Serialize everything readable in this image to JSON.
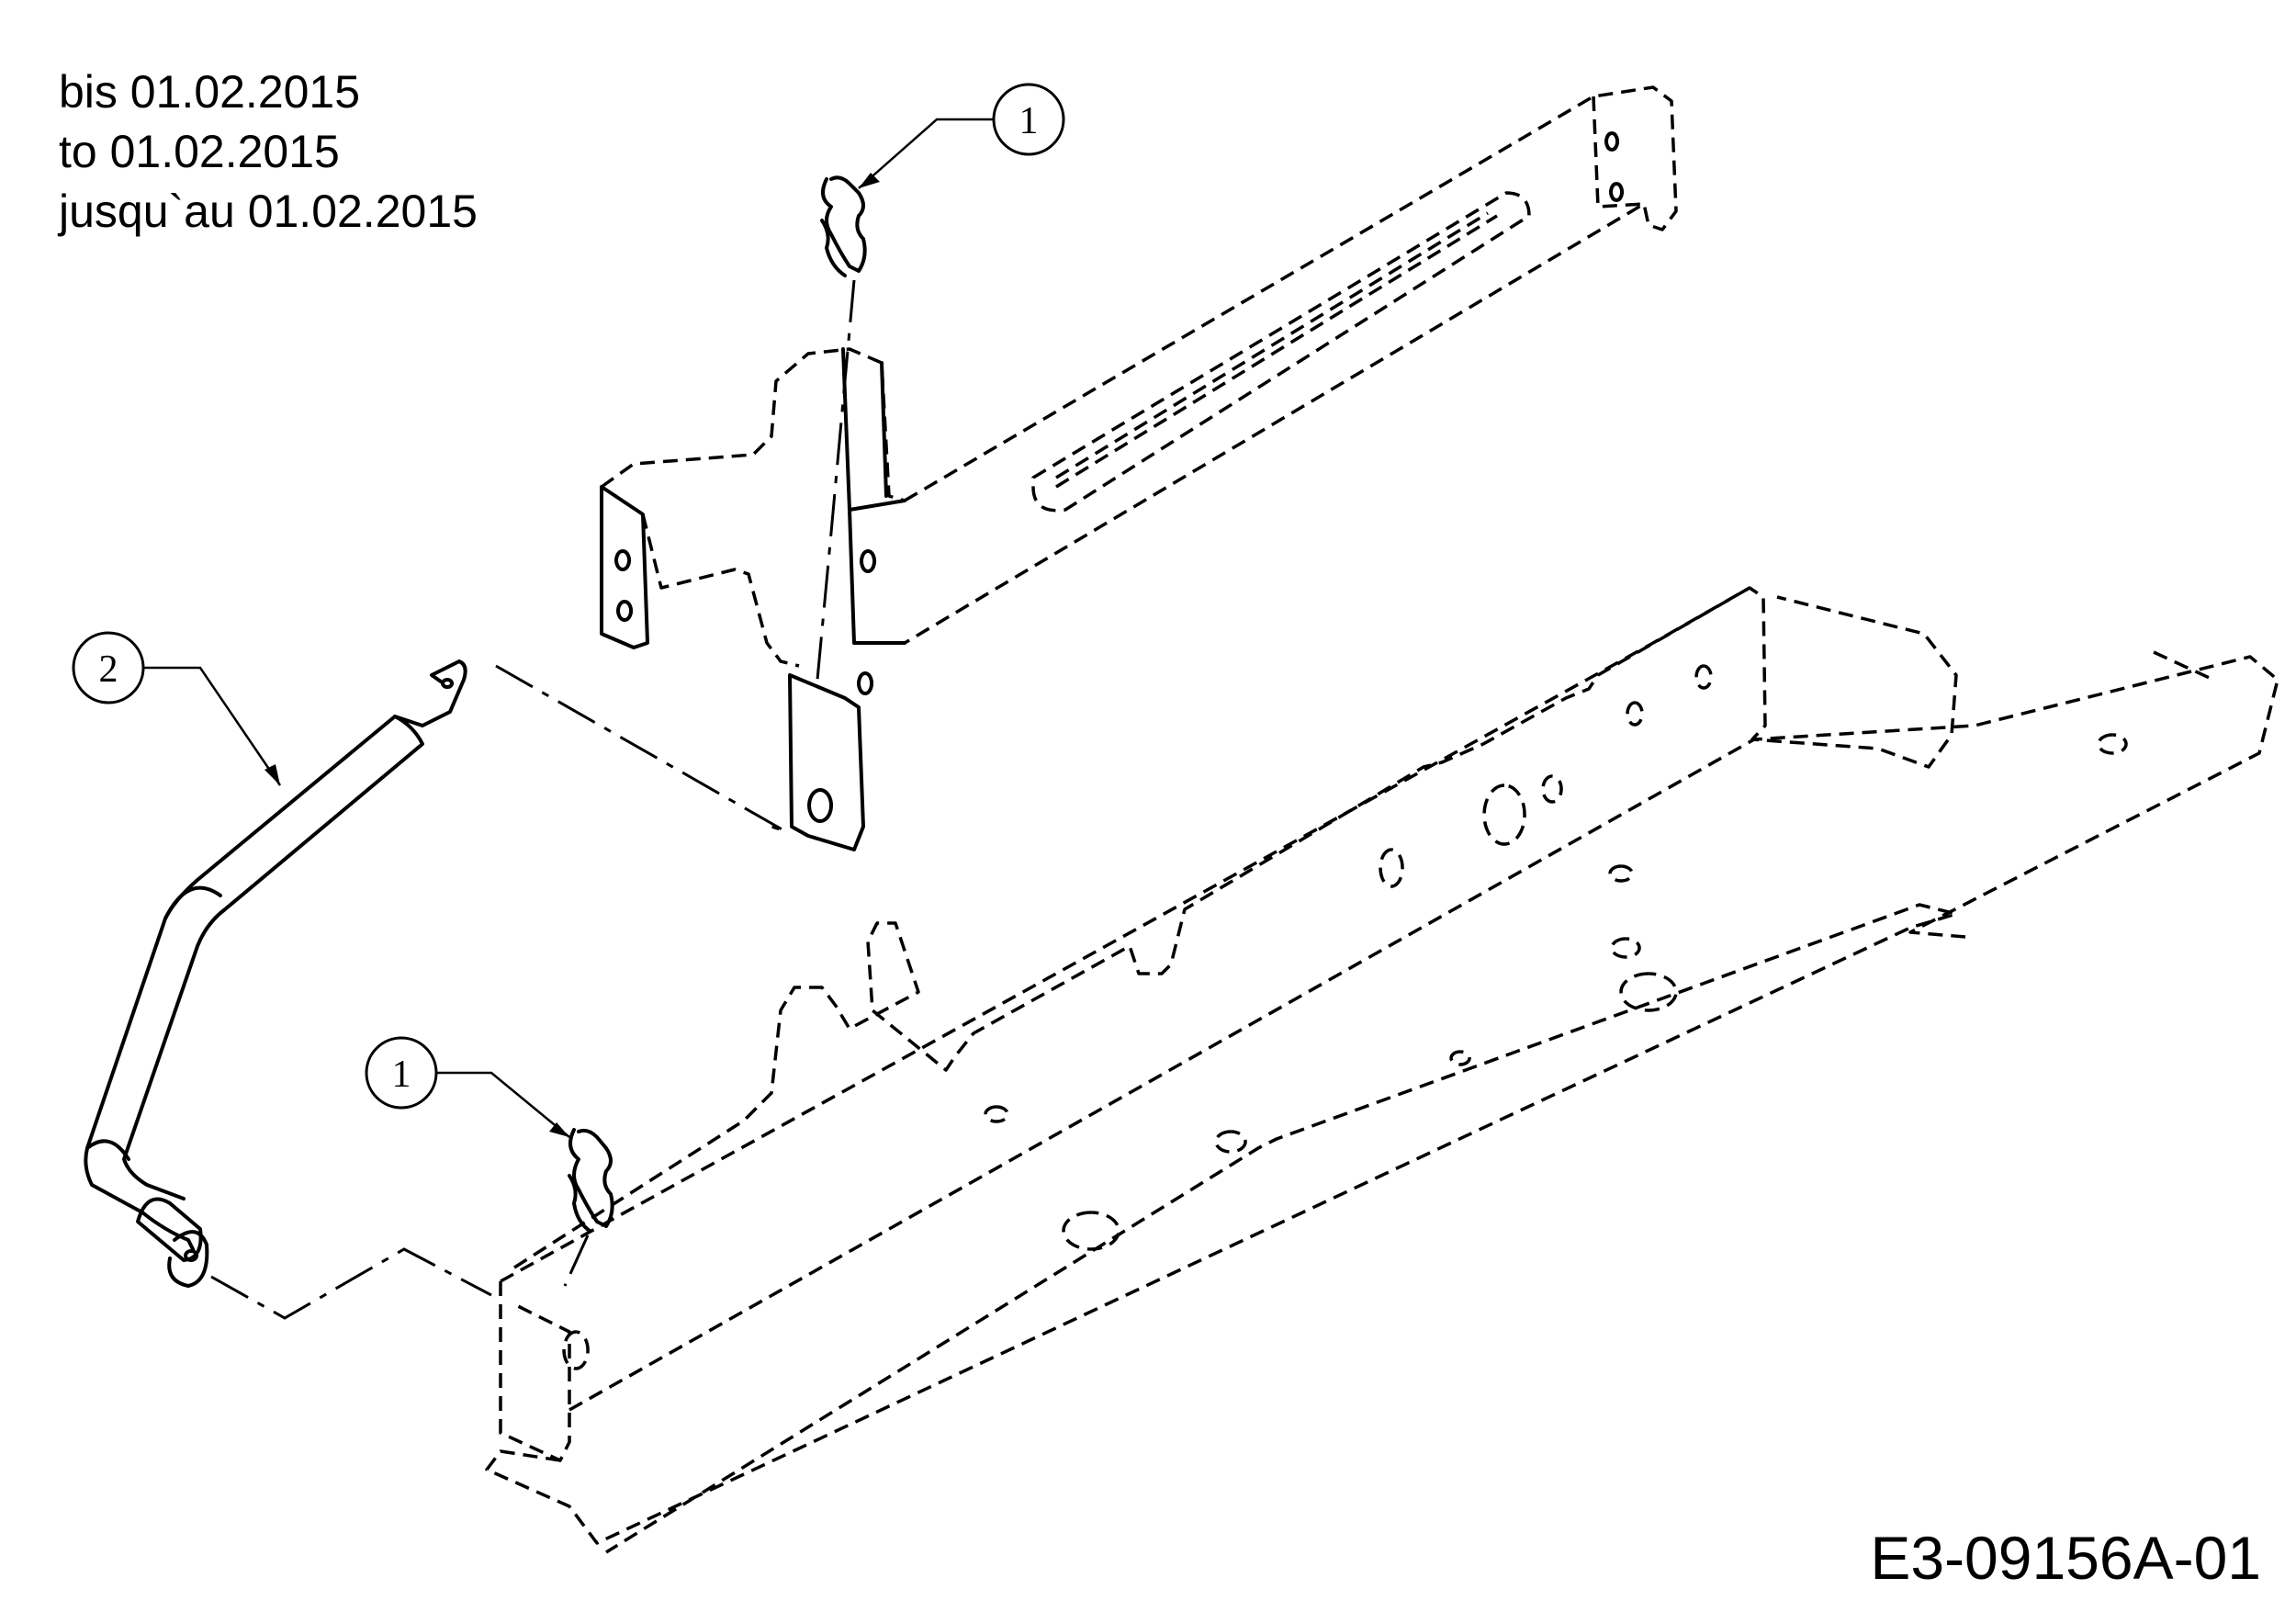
{
  "validity": {
    "de": "bis 01.02.2015",
    "en": "to 01.02.2015",
    "fr": "jusqu`au 01.02.2015"
  },
  "drawing_id": "E3-09156A-01",
  "callouts": [
    {
      "number": "1",
      "part": "hairpin clip (upper)"
    },
    {
      "number": "2",
      "part": "bent rod"
    },
    {
      "number": "1",
      "part": "hairpin clip (lower)"
    }
  ]
}
